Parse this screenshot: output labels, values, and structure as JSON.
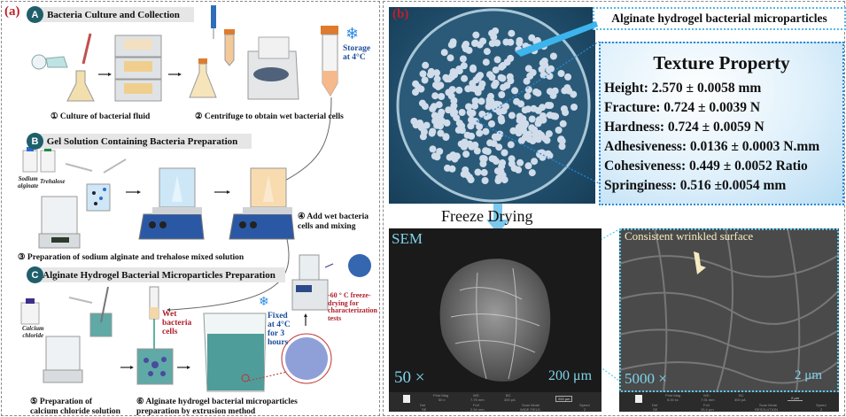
{
  "panel_a": {
    "label": "(a)",
    "sections": [
      {
        "badge": "A",
        "title": "Bacteria Culture and Collection"
      },
      {
        "badge": "B",
        "title": "Gel Solution Containing Bacteria Preparation"
      },
      {
        "badge": "C",
        "title": "Alginate Hydrogel Bacterial Microparticles Preparation"
      }
    ],
    "steps": {
      "s1": "① Culture of bacterial fluid",
      "s2": "② Centrifuge to obtain wet bacterial cells",
      "s3": "③ Preparation of sodium alginate and trehalose mixed solution",
      "s4_line1": "④ Add wet bacteria",
      "s4_line2": "cells and mixing",
      "s5_line1": "⑤ Preparation of",
      "s5_line2": "calcium chloride solution",
      "s6_line1": "⑥ Alginate hydrogel bacterial microparticles",
      "s6_line2": "preparation by extrusion method"
    },
    "notes": {
      "storage_line1": "Storage",
      "storage_line2": "at 4°C",
      "sodium_alginate_line1": "Sodium",
      "sodium_alginate_line2": "alginate",
      "trehalose": "Trehalose",
      "calcium_line1": "Calcium",
      "calcium_line2": "chloride",
      "wet_line1": "Wet",
      "wet_line2": "bacteria",
      "wet_line3": "cells",
      "fixed_line1": "Fixed",
      "fixed_line2": "at 4°C",
      "fixed_line3": "for 3",
      "fixed_line4": "hours",
      "freeze_line1": "-60 ° C freeze-",
      "freeze_line2": "drying for",
      "freeze_line3": "characterization",
      "freeze_line4": "tests"
    },
    "colors": {
      "badge": "#1f5f6b",
      "label_red": "#c0202a",
      "note_blue": "#1d4d9a"
    }
  },
  "panel_b": {
    "label": "(b)",
    "micro_title": "Alginate hydrogel bacterial microparticles",
    "texture": {
      "title": "Texture Property",
      "rows": [
        "Height: 2.570 ± 0.0058 mm",
        "Fracture: 0.724 ± 0.0039 N",
        "Hardness: 0.724 ± 0.0059 N",
        "Adhesiveness: 0.0136 ± 0.0003 N.mm",
        "Cohesiveness: 0.449 ± 0.0052 Ratio",
        "Springiness: 0.516 ±0.0054 mm"
      ]
    },
    "freeze_drying": "Freeze  Drying",
    "sem_low": {
      "tag": "SEM",
      "mag": "50 ×",
      "scale": "200 μm",
      "info": {
        "print_mag_label": "Print Mag",
        "print_mag": "50 x",
        "wd_label": "WD",
        "wd": "7.75 mm",
        "bc_label": "BC",
        "bc": "300 pA",
        "scale_box": "200 μm",
        "det_label": "Det",
        "det": "SE",
        "fov_label": "FoV",
        "fov": "2.54 mm",
        "scan_label": "Scan Mode",
        "scan": "WIDE FIELD",
        "speed_label": "Speed",
        "speed": "2"
      }
    },
    "sem_high": {
      "annotation": "Consistent wrinkled surface",
      "mag": "5000 ×",
      "scale": "2 μm",
      "info": {
        "print_mag_label": "Print Mag",
        "print_mag": "5.00 kx",
        "wd_label": "WD",
        "wd": "7.91 mm",
        "bc_label": "BC",
        "bc": "300 pA",
        "scale_box": "2 μm",
        "det_label": "Det",
        "det": "SE",
        "fov_label": "FoV",
        "fov": "25.4 μm",
        "scan_label": "Scan Mode",
        "scan": "RESOLUTION",
        "speed_label": "Speed",
        "speed": "2"
      }
    },
    "colors": {
      "accent_cyan": "#55b8e8",
      "box_blue": "#2a8ad8"
    }
  }
}
